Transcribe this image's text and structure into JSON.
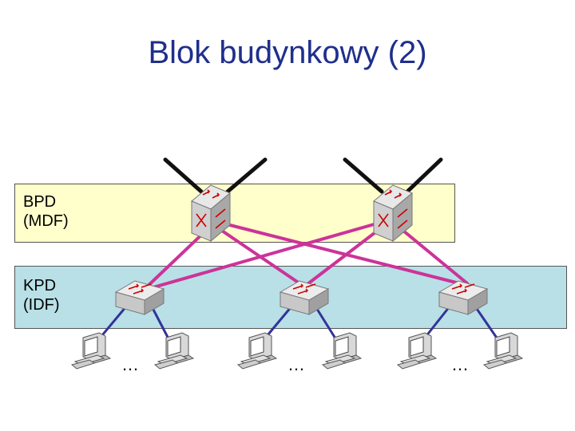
{
  "title": "Blok budynkowy (2)",
  "bands": {
    "bpd": {
      "line1": "BPD",
      "line2": "(MDF)",
      "color": "#ffffcc"
    },
    "kpd": {
      "line1": "KPD",
      "line2": "(IDF)",
      "color": "#b8e0e6"
    }
  },
  "ellipsis": "…",
  "colors": {
    "trunk": "#cc3399",
    "access": "#333399",
    "uplink": "#111111",
    "title": "#1f2f8c"
  },
  "icons": {
    "core_switch": "layer3-switch-icon",
    "access_switch": "workgroup-switch-icon",
    "workstation": "pc-workstation-icon"
  }
}
